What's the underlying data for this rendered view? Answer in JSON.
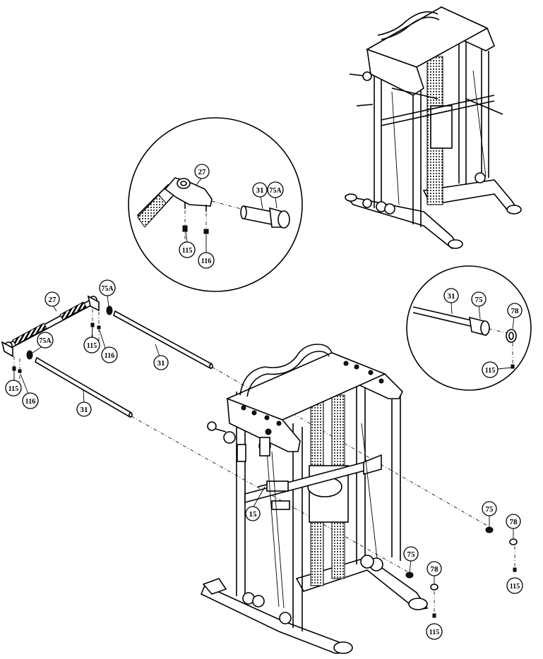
{
  "diagram": {
    "part_labels": {
      "detail_left_27": "27",
      "detail_left_31": "31",
      "detail_left_75A": "75A",
      "detail_left_115": "115",
      "detail_left_116": "116",
      "main_27": "27",
      "main_75A_upper": "75A",
      "main_75A_lower": "75A",
      "main_115_upper": "115",
      "main_116_upper": "116",
      "main_115_left": "115",
      "main_116_left": "116",
      "main_31_upper": "31",
      "main_31_lower": "31",
      "main_15": "15",
      "detail_right_31": "31",
      "detail_right_75": "75",
      "detail_right_78": "78",
      "detail_right_115": "115",
      "rear_75": "75",
      "rear_78": "78",
      "rear_115": "115",
      "front_75": "75",
      "front_78": "78",
      "front_115": "115"
    }
  }
}
